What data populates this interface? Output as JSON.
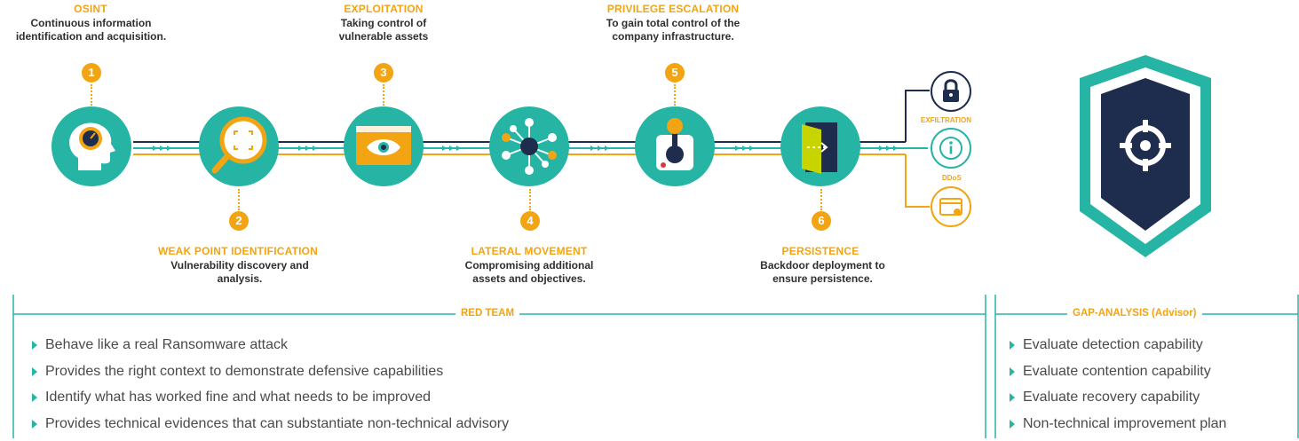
{
  "stages": [
    {
      "number": "1",
      "title": "OSINT",
      "desc": "Continuous information identification and acquisition.",
      "icon": "head-gauge-icon"
    },
    {
      "number": "2",
      "title": "WEAK POINT IDENTIFICATION",
      "desc": "Vulnerability discovery and analysis.",
      "icon": "magnifier-icon"
    },
    {
      "number": "3",
      "title": "EXPLOITATION",
      "desc": "Taking control of vulnerable assets",
      "icon": "browser-eye-icon"
    },
    {
      "number": "4",
      "title": "LATERAL MOVEMENT",
      "desc": "Compromising additional assets and objectives.",
      "icon": "network-hub-icon"
    },
    {
      "number": "5",
      "title": "PRIVILEGE ESCALATION",
      "desc": "To gain total control of the company infrastructure.",
      "icon": "joystick-icon"
    },
    {
      "number": "6",
      "title": "PERSISTENCE",
      "desc": "Backdoor deployment to ensure persistence.",
      "icon": "backdoor-icon"
    }
  ],
  "outcomes": {
    "exfiltration_label": "EXFILTRATION",
    "ddos_label": "DDoS"
  },
  "red_team": {
    "title": "RED TEAM",
    "bullets": [
      "Behave like a real Ransomware attack",
      "Provides the right context to demonstrate defensive capabilities",
      "Identify what has worked fine and what needs to be improved",
      "Provides technical evidences that can substantiate non-technical advisory"
    ]
  },
  "gap_analysis": {
    "title": "GAP-ANALYSIS (Advisor)",
    "bullets": [
      "Evaluate detection capability",
      "Evaluate contention capability",
      "Evaluate recovery capability",
      "Non-technical improvement plan"
    ]
  },
  "colors": {
    "teal": "#26b5a5",
    "orange": "#f2a413",
    "navy": "#1e2d4d",
    "text": "#2f2f2f"
  }
}
